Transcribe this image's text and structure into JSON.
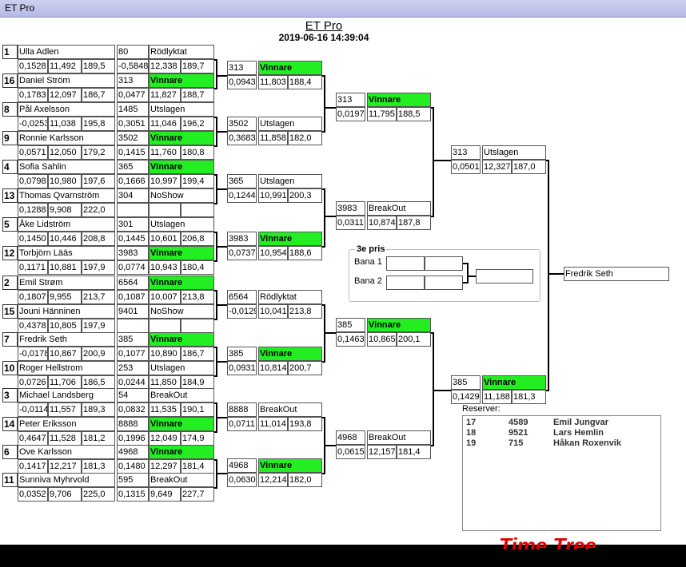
{
  "window": {
    "title": "ET Pro"
  },
  "header": {
    "title": "ET Pro",
    "datetime": "2019-06-16 14:39:04"
  },
  "r1": [
    {
      "seed": "1",
      "name": "Ulla Adlen",
      "rt": "0,1528",
      "et": "11,492",
      "mph": "189,5",
      "car": "80",
      "status": "Rödlyktat",
      "win": false,
      "crt": "-0,5848",
      "cet": "12,338",
      "cmph": "189,7"
    },
    {
      "seed": "16",
      "name": "Daniel Ström",
      "rt": "0,1783",
      "et": "12,097",
      "mph": "186,7",
      "car": "313",
      "status": "Vinnare",
      "win": true,
      "crt": "0,0477",
      "cet": "11,827",
      "cmph": "188,7"
    },
    {
      "seed": "8",
      "name": "Pål Axelsson",
      "rt": "-0,0253",
      "et": "11,038",
      "mph": "195,8",
      "car": "1485",
      "status": "Utslagen",
      "win": false,
      "crt": "0,3051",
      "cet": "11,046",
      "cmph": "196,2"
    },
    {
      "seed": "9",
      "name": "Ronnie  Karlsson",
      "rt": "0,0571",
      "et": "12,050",
      "mph": "179,2",
      "car": "3502",
      "status": "Vinnare",
      "win": true,
      "crt": "0,1415",
      "cet": "11,760",
      "cmph": "180,8"
    },
    {
      "seed": "4",
      "name": "Sofia Sahlin",
      "rt": "0,0798",
      "et": "10,980",
      "mph": "197,6",
      "car": "365",
      "status": "Vinnare",
      "win": true,
      "crt": "0,1666",
      "cet": "10,997",
      "cmph": "199,4"
    },
    {
      "seed": "13",
      "name": "Thomas Qvarnström",
      "rt": "0,1288",
      "et": "9,908",
      "mph": "222,0",
      "car": "304",
      "status": "NoShow",
      "win": false,
      "crt": "",
      "cet": "",
      "cmph": ""
    },
    {
      "seed": "5",
      "name": "Åke Lidström",
      "rt": "0,1450",
      "et": "10,446",
      "mph": "208,8",
      "car": "301",
      "status": "Utslagen",
      "win": false,
      "crt": "0,1445",
      "cet": "10,601",
      "cmph": "206,8"
    },
    {
      "seed": "12",
      "name": "Torbjörn Lääs",
      "rt": "0,1171",
      "et": "10,881",
      "mph": "197,9",
      "car": "3983",
      "status": "Vinnare",
      "win": true,
      "crt": "0,0774",
      "cet": "10,943",
      "cmph": "180,4"
    },
    {
      "seed": "2",
      "name": "Emil Strøm",
      "rt": "0,1807",
      "et": "9,955",
      "mph": "213,7",
      "car": "6564",
      "status": "Vinnare",
      "win": true,
      "crt": "0,1087",
      "cet": "10,007",
      "cmph": "213,8"
    },
    {
      "seed": "15",
      "name": "Jouni  Hänninen",
      "rt": "0,4378",
      "et": "10,805",
      "mph": "197,9",
      "car": "9401",
      "status": "NoShow",
      "win": false,
      "crt": "",
      "cet": "",
      "cmph": ""
    },
    {
      "seed": "7",
      "name": "Fredrik Seth",
      "rt": "-0,0178",
      "et": "10,867",
      "mph": "200,9",
      "car": "385",
      "status": "Vinnare",
      "win": true,
      "crt": "0,1077",
      "cet": "10,890",
      "cmph": "186,7"
    },
    {
      "seed": "10",
      "name": "Roger Hellstrom",
      "rt": "0,0726",
      "et": "11,706",
      "mph": "186,5",
      "car": "253",
      "status": "Utslagen",
      "win": false,
      "crt": "0,0244",
      "cet": "11,850",
      "cmph": "184,9"
    },
    {
      "seed": "3",
      "name": "Michael Landsberg",
      "rt": "-0,0114",
      "et": "11,557",
      "mph": "189,3",
      "car": "54",
      "status": "BreakOut",
      "win": false,
      "crt": "0,0832",
      "cet": "11,535",
      "cmph": "190,1"
    },
    {
      "seed": "14",
      "name": "Peter  Eriksson",
      "rt": "0,4647",
      "et": "11,528",
      "mph": "181,2",
      "car": "8888",
      "status": "Vinnare",
      "win": true,
      "crt": "0,1996",
      "cet": "12,049",
      "cmph": "174,9"
    },
    {
      "seed": "6",
      "name": "Ove Karlsson",
      "rt": "0,1417",
      "et": "12,217",
      "mph": "181,3",
      "car": "4968",
      "status": "Vinnare",
      "win": true,
      "crt": "0,1480",
      "cet": "12,297",
      "cmph": "181,4"
    },
    {
      "seed": "11",
      "name": "Sunniva Myhrvold",
      "rt": "0,0352",
      "et": "9,706",
      "mph": "225,0",
      "car": "595",
      "status": "BreakOut",
      "win": false,
      "crt": "0,1315",
      "cet": "9,649",
      "cmph": "227,7"
    }
  ],
  "r2": [
    {
      "car": "313",
      "status": "Vinnare",
      "win": true,
      "rt": "0,0943",
      "et": "11,803",
      "mph": "188,4"
    },
    {
      "car": "3502",
      "status": "Utslagen",
      "win": false,
      "rt": "0,3683",
      "et": "11,858",
      "mph": "182,0"
    },
    {
      "car": "365",
      "status": "Utslagen",
      "win": false,
      "rt": "0,1244",
      "et": "10,991",
      "mph": "200,3"
    },
    {
      "car": "3983",
      "status": "Vinnare",
      "win": true,
      "rt": "0,0737",
      "et": "10,954",
      "mph": "188,6"
    },
    {
      "car": "6564",
      "status": "Rödlyktat",
      "win": false,
      "rt": "-0,0129",
      "et": "10,041",
      "mph": "213,8"
    },
    {
      "car": "385",
      "status": "Vinnare",
      "win": true,
      "rt": "0,0931",
      "et": "10,814",
      "mph": "200,7"
    },
    {
      "car": "8888",
      "status": "BreakOut",
      "win": false,
      "rt": "0,0711",
      "et": "11,014",
      "mph": "193,8"
    },
    {
      "car": "4968",
      "status": "Vinnare",
      "win": true,
      "rt": "0,0630",
      "et": "12,214",
      "mph": "182,0"
    }
  ],
  "r3": [
    {
      "car": "313",
      "status": "Vinnare",
      "win": true,
      "rt": "0,0197",
      "et": "11,795",
      "mph": "188,5"
    },
    {
      "car": "3983",
      "status": "BreakOut",
      "win": false,
      "rt": "0,0311",
      "et": "10,874",
      "mph": "187,8"
    },
    {
      "car": "385",
      "status": "Vinnare",
      "win": true,
      "rt": "0,1463",
      "et": "10,865",
      "mph": "200,1"
    },
    {
      "car": "4968",
      "status": "BreakOut",
      "win": false,
      "rt": "0,0615",
      "et": "12,157",
      "mph": "181,4"
    }
  ],
  "r4": [
    {
      "car": "313",
      "status": "Utslagen",
      "win": false,
      "rt": "0,0501",
      "et": "12,327",
      "mph": "187,0"
    },
    {
      "car": "385",
      "status": "Vinnare",
      "win": true,
      "rt": "0,1429",
      "et": "11,188",
      "mph": "181,3"
    }
  ],
  "winner": {
    "name": "Fredrik Seth"
  },
  "third": {
    "title": "3e pris",
    "lane1": "Bana 1",
    "lane2": "Bana 2"
  },
  "reserves": {
    "label": "Reserver:",
    "items": [
      {
        "num": "17",
        "car": "4589",
        "name": "Emil Jungvar"
      },
      {
        "num": "18",
        "car": "9521",
        "name": "Lars Hemlin"
      },
      {
        "num": "19",
        "car": "715",
        "name": "Håkan Roxenvik"
      }
    ]
  },
  "logo": {
    "text": "Time Tree",
    "color": "#e00000"
  }
}
